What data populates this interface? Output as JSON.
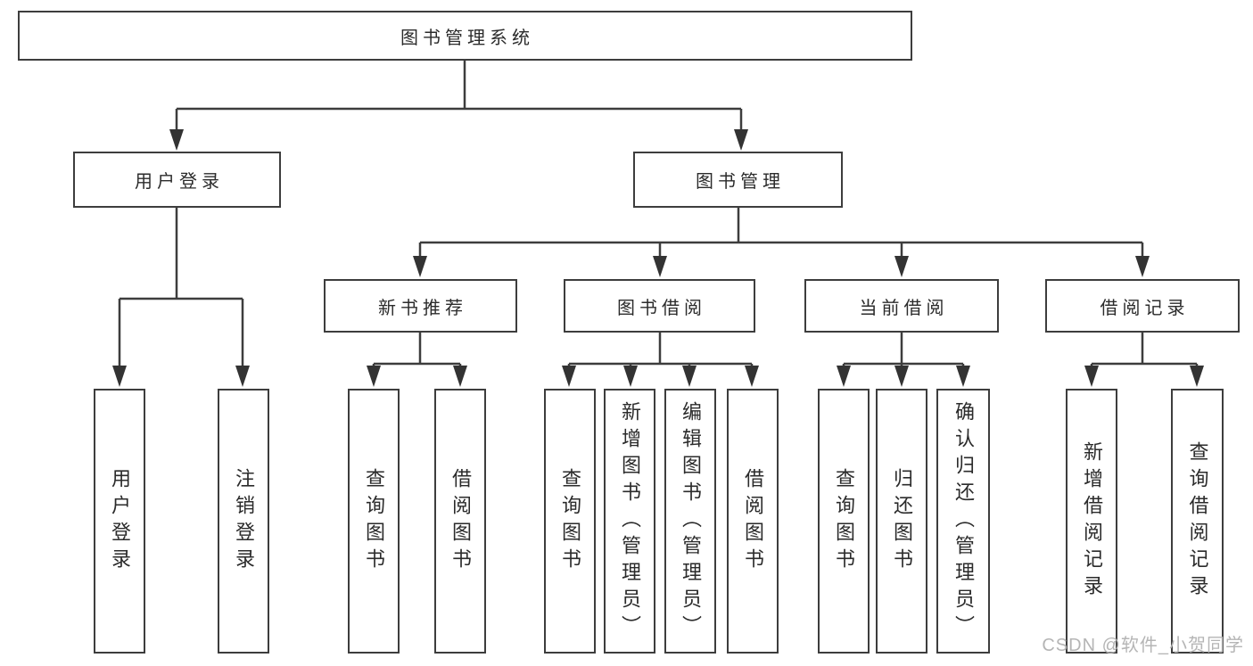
{
  "tree": {
    "root": "图书管理系统",
    "user_login": {
      "label": "用户登录",
      "children": [
        "用户登录",
        "注销登录"
      ]
    },
    "book_mgmt": {
      "label": "图书管理",
      "sections": [
        {
          "label": "新书推荐",
          "children": [
            "查询图书",
            "借阅图书"
          ]
        },
        {
          "label": "图书借阅",
          "children": [
            "查询图书",
            "新增图书（管理员）",
            "编辑图书（管理员）",
            "借阅图书"
          ]
        },
        {
          "label": "当前借阅",
          "children": [
            "查询图书",
            "归还图书",
            "确认归还（管理员）"
          ]
        },
        {
          "label": "借阅记录",
          "children": [
            "新增借阅记录",
            "查询借阅记录"
          ]
        }
      ]
    }
  },
  "watermark": "CSDN @软件_小贺同学",
  "colors": {
    "line": "#3d3d3d",
    "box_border": "#3d3d3d",
    "text": "#2b2b2b",
    "watermark": "#b5b5b5",
    "background": "#ffffff"
  }
}
